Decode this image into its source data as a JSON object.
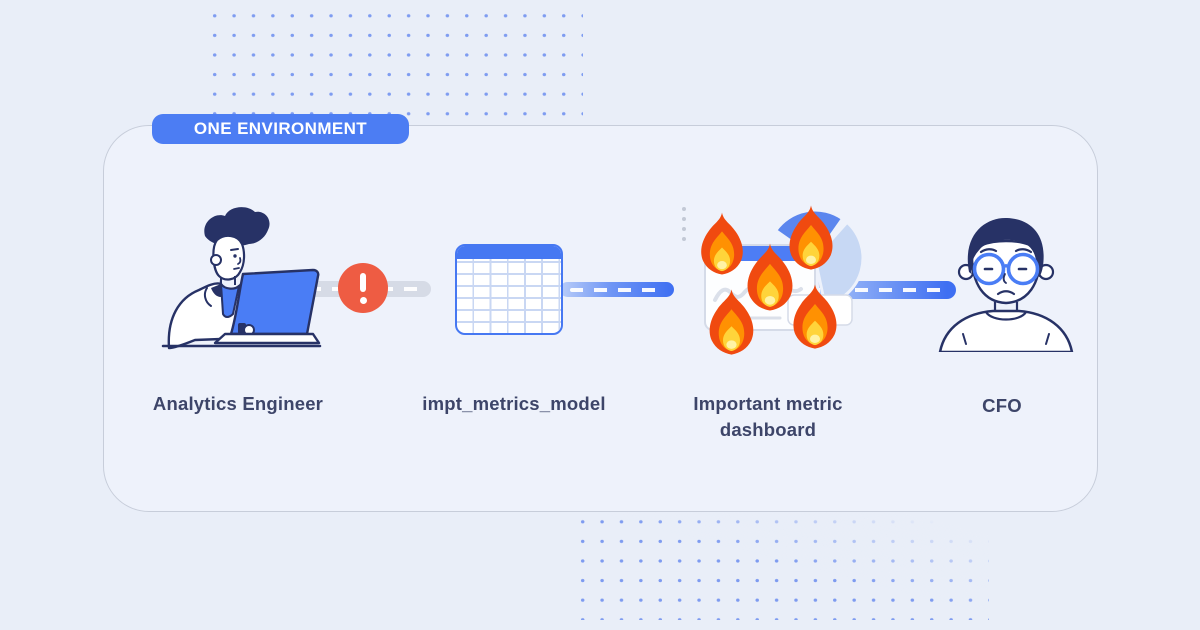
{
  "badge": {
    "label": "ONE ENVIRONMENT"
  },
  "flow": {
    "nodes": [
      {
        "id": "analytics-engineer",
        "label": "Analytics Engineer",
        "illustration": "person-working-at-laptop"
      },
      {
        "id": "impt-metrics-model",
        "label": "impt_metrics_model",
        "illustration": "data-table-icon"
      },
      {
        "id": "important-metric-dashboard",
        "label": "Important metric dashboard",
        "illustration": "dashboard-window-on-fire",
        "fire_count": 5
      },
      {
        "id": "cfo",
        "label": "CFO",
        "illustration": "worried-person-with-glasses"
      }
    ],
    "connectors": [
      {
        "from": "analytics-engineer",
        "to": "impt-metrics-model",
        "style": "gray-dashed-pill",
        "badge_icon": "warning-exclamation"
      },
      {
        "from": "impt-metrics-model",
        "to": "important-metric-dashboard",
        "style": "blue-gradient-dashed-pill"
      },
      {
        "from": "important-metric-dashboard",
        "to": "cfo",
        "style": "blue-gradient-dashed-pill"
      }
    ]
  },
  "colors": {
    "page_background": "#e9eef8",
    "card_background": "#eef2fb",
    "card_border": "#c7cdda",
    "accent_blue": "#4c7df3",
    "warning_red": "#ee5c43",
    "dot_grid_blue": "#5b80ee",
    "connector_gray": "#d6dbe6",
    "label_text": "#3d4569",
    "flame_outer": "#f04a10",
    "flame_mid": "#ff9102",
    "flame_core": "#ffd43a"
  }
}
